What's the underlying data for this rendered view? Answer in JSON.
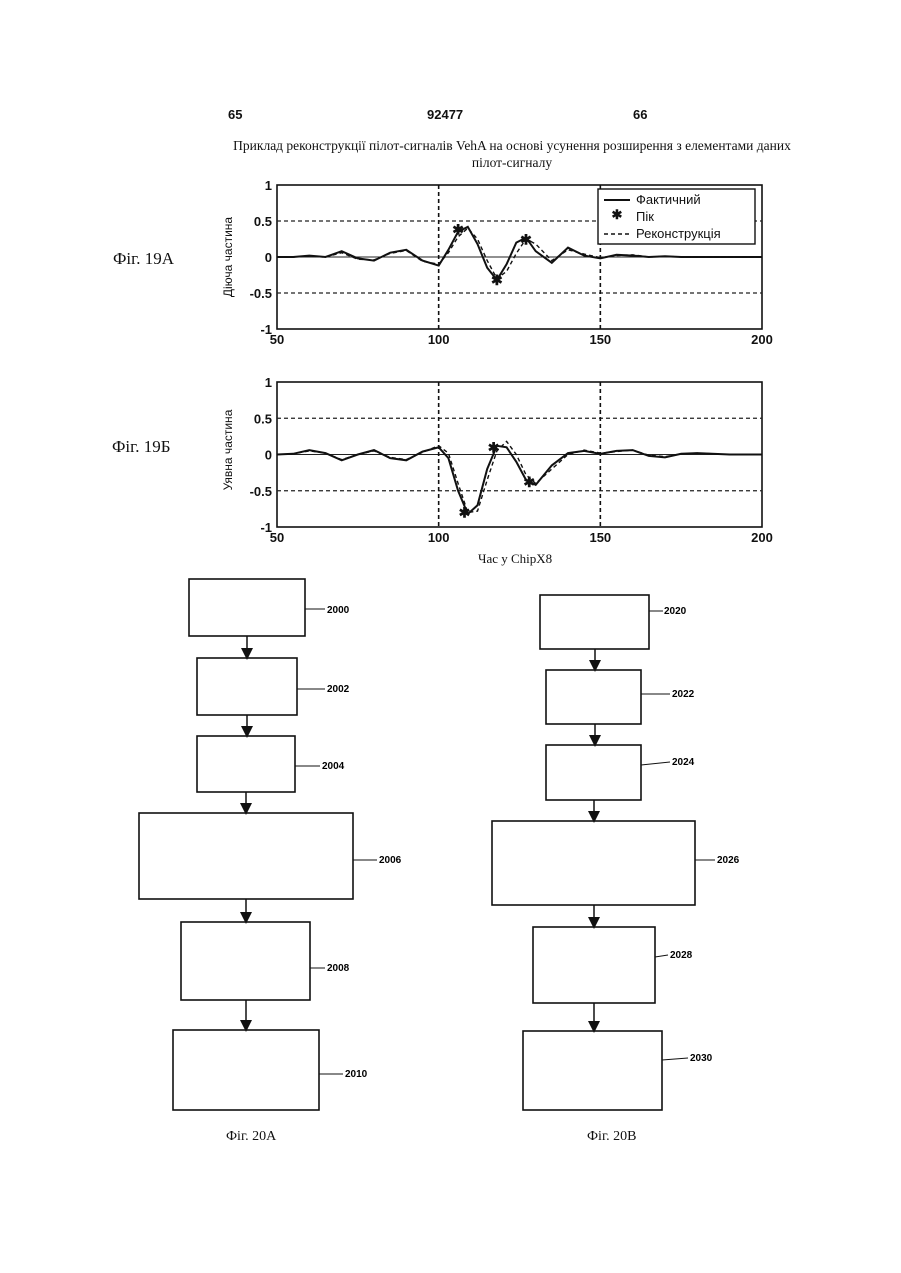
{
  "header": {
    "left_page": "65",
    "patent_no": "92477",
    "right_page": "66"
  },
  "figure19": {
    "title": "Приклад реконструкції пілот-сигналів VehA на основі усунення розширення з елементами даних пілот-сигналу",
    "xlabel": "Час у ChipX8",
    "legend": [
      "Фактичний",
      "Пік",
      "Реконструкція"
    ]
  },
  "chart_data": [
    {
      "type": "line",
      "label": "Фіг. 19А",
      "ylabel": "Діюча частина",
      "xlim": [
        50,
        200
      ],
      "ylim": [
        -1,
        1
      ],
      "x_ticks": [
        "50",
        "100",
        "150",
        "200"
      ],
      "y_ticks": [
        "1",
        "0.5",
        "0",
        "-0.5",
        "-1"
      ],
      "grid": "dashed at x=100,150 and y=0.5,-0.5",
      "legend_position": "top-right",
      "x": [
        50,
        55,
        60,
        65,
        70,
        75,
        80,
        85,
        90,
        95,
        100,
        103,
        106,
        109,
        112,
        115,
        118,
        121,
        124,
        127,
        130,
        135,
        140,
        145,
        150,
        155,
        160,
        165,
        170,
        175,
        180,
        190,
        200
      ],
      "series": [
        {
          "name": "Фактичний",
          "values": [
            0,
            0,
            0.02,
            0,
            0.08,
            -0.02,
            -0.05,
            0.06,
            0.1,
            -0.05,
            -0.12,
            0.1,
            0.35,
            0.42,
            0.18,
            -0.15,
            -0.32,
            -0.1,
            0.2,
            0.27,
            0.08,
            -0.08,
            0.13,
            0.02,
            -0.02,
            0.03,
            0.02,
            0,
            0.01,
            0,
            0,
            0,
            0
          ]
        },
        {
          "name": "Реконструкція",
          "values": [
            0,
            0,
            0.01,
            0,
            0.06,
            -0.03,
            -0.04,
            0.05,
            0.09,
            -0.06,
            -0.1,
            0.06,
            0.28,
            0.4,
            0.25,
            -0.05,
            -0.3,
            -0.2,
            0.05,
            0.25,
            0.18,
            -0.05,
            0.1,
            0.04,
            -0.01,
            0.02,
            0.03,
            0,
            0.01,
            0,
            0,
            0,
            0
          ]
        },
        {
          "name": "Пік",
          "points": [
            [
              106,
              0.38
            ],
            [
              118,
              -0.32
            ],
            [
              127,
              0.24
            ]
          ]
        }
      ]
    },
    {
      "type": "line",
      "label": "Фіг. 19Б",
      "ylabel": "Уявна частина",
      "xlim": [
        50,
        200
      ],
      "ylim": [
        -1,
        1
      ],
      "x_ticks": [
        "50",
        "100",
        "150",
        "200"
      ],
      "y_ticks": [
        "1",
        "0.5",
        "0",
        "-0.5",
        "-1"
      ],
      "grid": "dashed at x=100,150 and y=0.5,-0.5",
      "x": [
        50,
        55,
        60,
        65,
        70,
        75,
        80,
        85,
        90,
        95,
        100,
        103,
        106,
        109,
        112,
        115,
        118,
        121,
        124,
        127,
        130,
        135,
        140,
        145,
        150,
        155,
        160,
        165,
        170,
        175,
        180,
        190,
        200
      ],
      "series": [
        {
          "name": "Фактичний",
          "values": [
            0,
            0.01,
            0.06,
            0.02,
            -0.08,
            0,
            0.06,
            -0.05,
            -0.08,
            0.04,
            0.1,
            -0.05,
            -0.5,
            -0.82,
            -0.7,
            -0.2,
            0.12,
            0.1,
            -0.1,
            -0.35,
            -0.42,
            -0.15,
            0.02,
            0.05,
            0.01,
            0.05,
            0.06,
            -0.02,
            -0.04,
            0.01,
            0.02,
            0,
            0
          ]
        },
        {
          "name": "Реконструкція",
          "values": [
            0,
            0.01,
            0.05,
            0.02,
            -0.07,
            0,
            0.05,
            -0.04,
            -0.07,
            0.03,
            0.12,
            0.02,
            -0.4,
            -0.8,
            -0.78,
            -0.35,
            0.05,
            0.18,
            0,
            -0.28,
            -0.4,
            -0.2,
            0,
            0.06,
            0.02,
            0.04,
            0.06,
            -0.01,
            -0.03,
            0.01,
            0.02,
            0,
            0
          ]
        },
        {
          "name": "Пік",
          "points": [
            [
              108,
              -0.8
            ],
            [
              117,
              0.1
            ],
            [
              128,
              -0.38
            ]
          ]
        }
      ]
    }
  ],
  "labels19": {
    "a": "Фіг. 19А",
    "b": "Фіг. 19Б"
  },
  "fig20a": {
    "caption": "Фіг. 20А",
    "refs": [
      "2000",
      "2002",
      "2004",
      "2006",
      "2008",
      "2010"
    ]
  },
  "fig20b": {
    "caption": "Фіг. 20В",
    "refs": [
      "2020",
      "2022",
      "2024",
      "2026",
      "2028",
      "2030"
    ]
  }
}
